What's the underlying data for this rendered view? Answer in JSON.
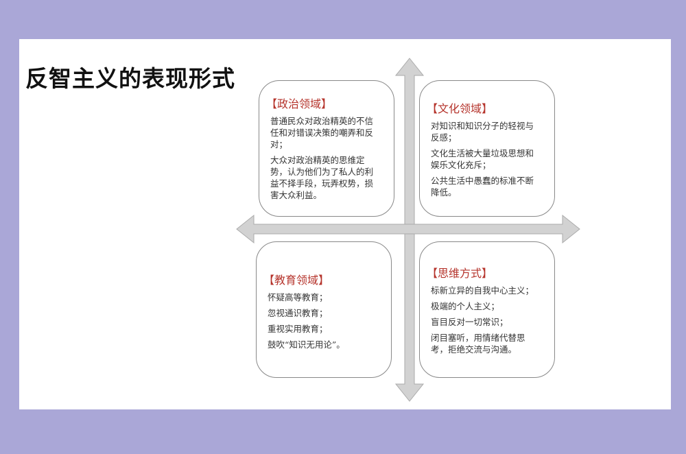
{
  "title": "反智主义的表现形式",
  "colors": {
    "background": "#aaa7d7",
    "heading": "#b5332b",
    "arrow": "#d0d0d0"
  },
  "quadrants": [
    {
      "heading": "【政治领域】",
      "items": [
        "普通民众对政治精英的不信任和对错误决策的嘲弄和反对；",
        "大众对政治精英的思维定势，认为他们为了私人的利益不择手段，玩弄权势，损害大众利益。"
      ]
    },
    {
      "heading": "【文化领域】",
      "items": [
        "对知识和知识分子的轻视与反感；",
        "文化生活被大量垃圾思想和娱乐文化充斥；",
        "公共生活中愚蠢的标准不断降低。"
      ]
    },
    {
      "heading": "【教育领域】",
      "items": [
        "怀疑高等教育；",
        "忽视通识教育；",
        "重视实用教育；",
        "鼓吹“知识无用论”。"
      ]
    },
    {
      "heading": "【思维方式】",
      "items": [
        "标新立异的自我中心主义；",
        "极端的个人主义；",
        "盲目反对一切常识；",
        "闭目塞听，用情绪代替思考，拒绝交流与沟通。"
      ]
    }
  ]
}
